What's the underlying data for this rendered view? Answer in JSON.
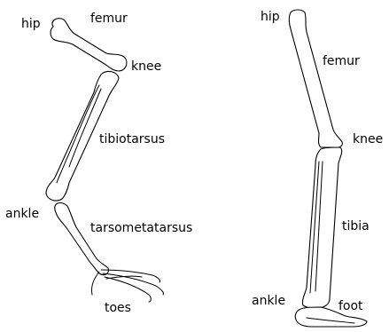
{
  "left_leg": {
    "labels": {
      "hip": "hip",
      "femur": "femur",
      "knee": "knee",
      "tibiotarsus": "tibiotarsus",
      "ankle": "ankle",
      "tarsometatarsus": "tarsometatarsus",
      "toes": "toes"
    }
  },
  "right_leg": {
    "labels": {
      "hip": "hip",
      "femur": "femur",
      "knee": "knee",
      "tibia": "tibia",
      "ankle": "ankle",
      "foot": "foot"
    }
  },
  "colors": {
    "background": "#ffffff",
    "ink": "#000000"
  }
}
